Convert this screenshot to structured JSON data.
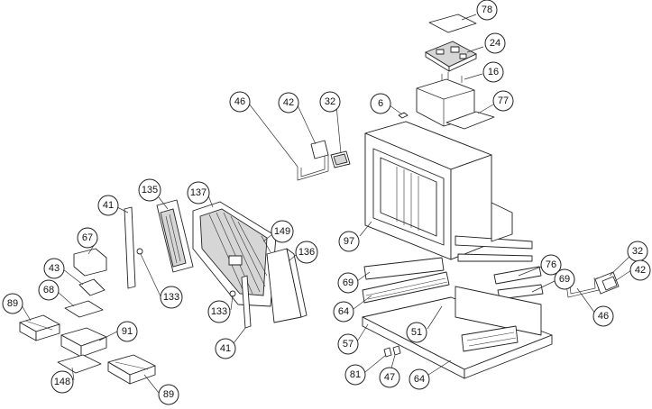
{
  "callouts": [
    {
      "id": "c78",
      "label": "78"
    },
    {
      "id": "c24",
      "label": "24"
    },
    {
      "id": "c16",
      "label": "16"
    },
    {
      "id": "c77",
      "label": "77"
    },
    {
      "id": "c6",
      "label": "6"
    },
    {
      "id": "c46a",
      "label": "46"
    },
    {
      "id": "c42a",
      "label": "42"
    },
    {
      "id": "c32a",
      "label": "32"
    },
    {
      "id": "c135",
      "label": "135"
    },
    {
      "id": "c137",
      "label": "137"
    },
    {
      "id": "c41a",
      "label": "41"
    },
    {
      "id": "c149",
      "label": "149"
    },
    {
      "id": "c136",
      "label": "136"
    },
    {
      "id": "c67",
      "label": "67"
    },
    {
      "id": "c43",
      "label": "43"
    },
    {
      "id": "c68",
      "label": "68"
    },
    {
      "id": "c89a",
      "label": "89"
    },
    {
      "id": "c133a",
      "label": "133"
    },
    {
      "id": "c133b",
      "label": "133"
    },
    {
      "id": "c41b",
      "label": "41"
    },
    {
      "id": "c91",
      "label": "91"
    },
    {
      "id": "c148",
      "label": "148"
    },
    {
      "id": "c89b",
      "label": "89"
    },
    {
      "id": "c97",
      "label": "97"
    },
    {
      "id": "c69a",
      "label": "69"
    },
    {
      "id": "c64a",
      "label": "64"
    },
    {
      "id": "c76",
      "label": "76"
    },
    {
      "id": "c69b",
      "label": "69"
    },
    {
      "id": "c51",
      "label": "51"
    },
    {
      "id": "c57",
      "label": "57"
    },
    {
      "id": "c81",
      "label": "81"
    },
    {
      "id": "c47",
      "label": "47"
    },
    {
      "id": "c64b",
      "label": "64"
    },
    {
      "id": "c32b",
      "label": "32"
    },
    {
      "id": "c42b",
      "label": "42"
    },
    {
      "id": "c46b",
      "label": "46"
    }
  ]
}
